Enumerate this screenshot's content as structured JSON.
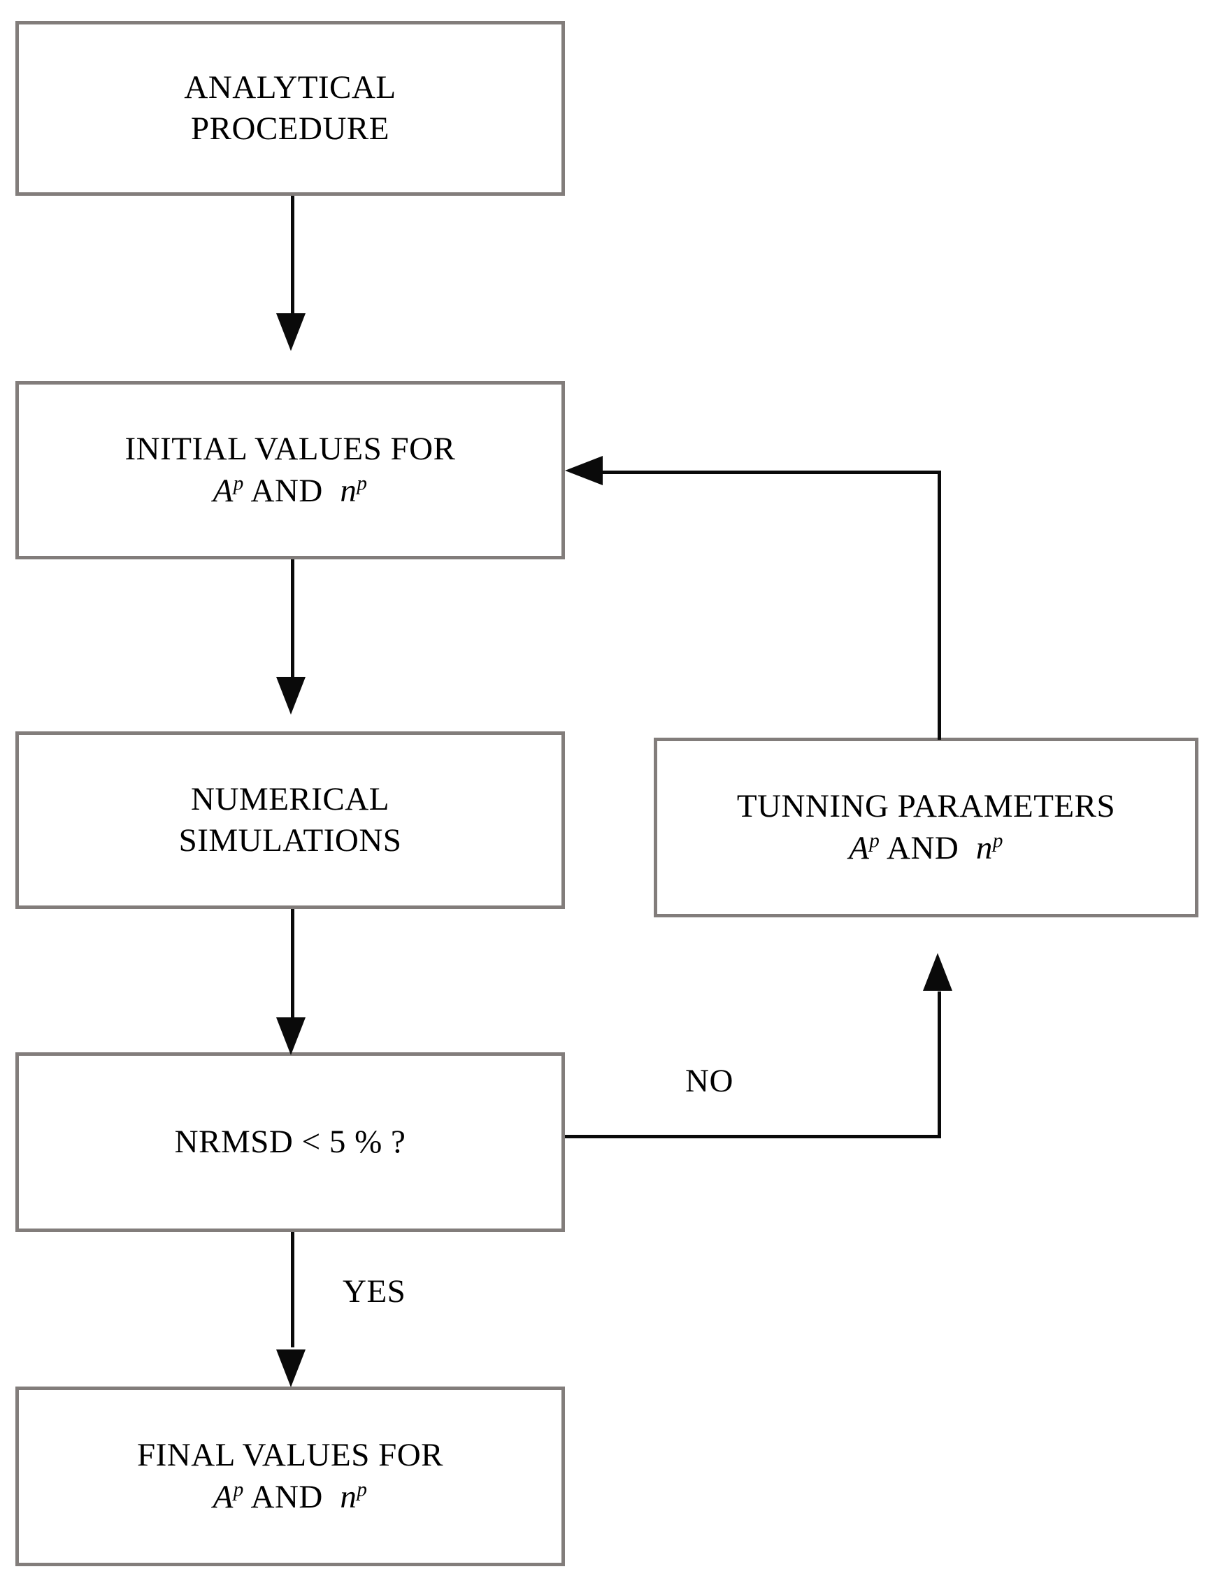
{
  "diagram": {
    "title": "Analytical procedure calibration flowchart",
    "border_color": "#827d7b",
    "connector_color": "#0a0a0a",
    "background": "#ffffff",
    "nodes": [
      {
        "id": "analytical",
        "line_1": "ANALYTICAL",
        "line_2": "PROCEDURE"
      },
      {
        "id": "initial",
        "line_1": "INITIAL VALUES FOR",
        "math_var_1": "A",
        "math_sup_1": "p",
        "math_conj": "AND",
        "math_var_2": "n",
        "math_sup_2": "p"
      },
      {
        "id": "numerical",
        "line_1": "NUMERICAL",
        "line_2": "SIMULATIONS"
      },
      {
        "id": "decision",
        "line_1": "NRMSD < 5 % ?"
      },
      {
        "id": "final",
        "line_1": "FINAL VALUES FOR",
        "math_var_1": "A",
        "math_sup_1": "p",
        "math_conj": "AND",
        "math_var_2": "n",
        "math_sup_2": "p"
      },
      {
        "id": "tunning",
        "line_1": "TUNNING PARAMETERS",
        "math_var_1": "A",
        "math_sup_1": "p",
        "math_conj": "AND",
        "math_var_2": "n",
        "math_sup_2": "p"
      }
    ],
    "branch_labels": {
      "no": "NO",
      "yes": "YES"
    }
  }
}
